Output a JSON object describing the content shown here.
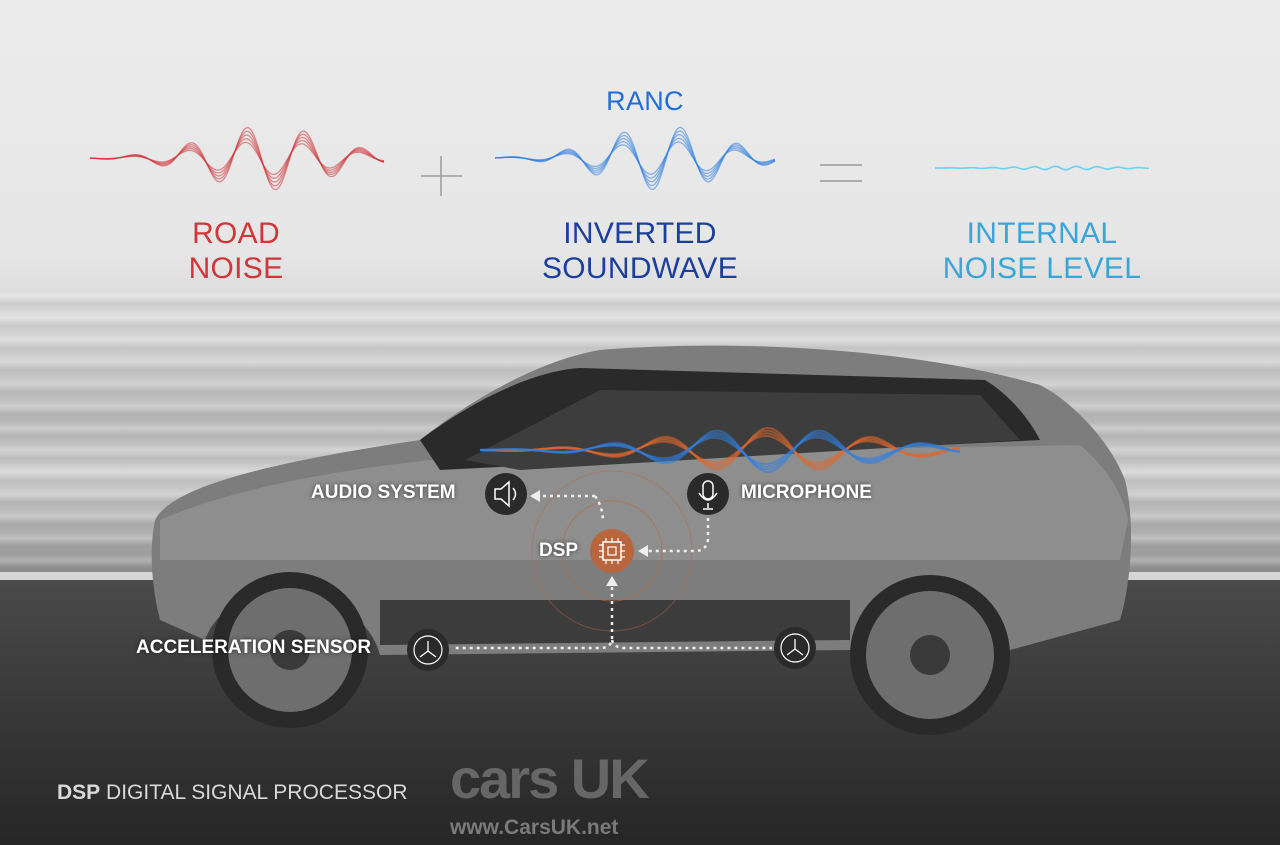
{
  "header": {
    "ranc_label": "RANC"
  },
  "equation": {
    "term1": {
      "line1": "ROAD",
      "line2": "NOISE",
      "color": "#d0363a"
    },
    "operator1": "plus",
    "term2": {
      "line1": "INVERTED",
      "line2": "SOUNDWAVE",
      "color": "#1a3f9c",
      "wave_color": "#2f7fe0"
    },
    "operator2": "equals",
    "result": {
      "line1": "INTERNAL",
      "line2": "NOISE LEVEL",
      "color": "#3aa6d8",
      "wave_color": "#5fd0f0"
    }
  },
  "components": {
    "audio_system": "AUDIO SYSTEM",
    "microphone": "MICROPHONE",
    "dsp": "DSP",
    "acceleration_sensor": "ACCELERATION SENSOR",
    "dsp_color": "#b9653e"
  },
  "footer": {
    "abbr": "DSP",
    "definition": "DIGITAL SIGNAL PROCESSOR"
  },
  "watermark": {
    "logo": "cars UK",
    "url": "www.CarsUK.net"
  }
}
